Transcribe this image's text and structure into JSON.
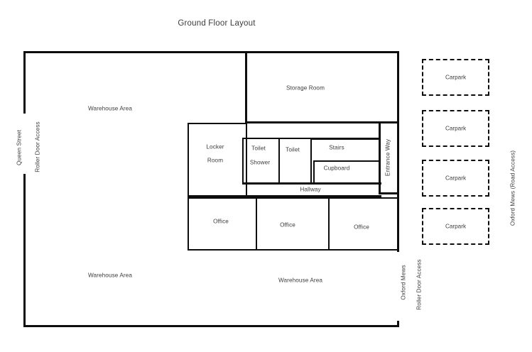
{
  "title": "Ground Floor Layout",
  "street_labels": {
    "queen_street": "Queen Street",
    "roller_door_left": "Roller Door Access",
    "oxford_mews_right_outer": "Oxford Mews (Road Access)",
    "oxford_mews_inner": "Oxford Mews",
    "roller_door_right": "Roller Door Access"
  },
  "rooms": {
    "warehouse_top": "Warehouse Area",
    "warehouse_bottom_left": "Warehouse Area",
    "warehouse_bottom_right": "Warehouse Area",
    "storage_room": "Storage Room",
    "locker_room_line1": "Locker",
    "locker_room_line2": "Room",
    "toilet_shower_line1": "Toilet",
    "toilet_shower_line2": "Shower",
    "toilet": "Toilet",
    "stairs": "Stairs",
    "cupboard": "Cupboard",
    "hallway": "Hallway",
    "entrance_way": "Entrance Way",
    "office_left": "Office",
    "office_middle": "Office",
    "office_right": "Office"
  },
  "carparks": [
    {
      "label": "Carpark"
    },
    {
      "label": "Carpark"
    },
    {
      "label": "Carpark"
    },
    {
      "label": "Carpark"
    }
  ],
  "colors": {
    "wall": "#0d0d0d",
    "text": "#3c3c3c",
    "background": "#ffffff"
  }
}
